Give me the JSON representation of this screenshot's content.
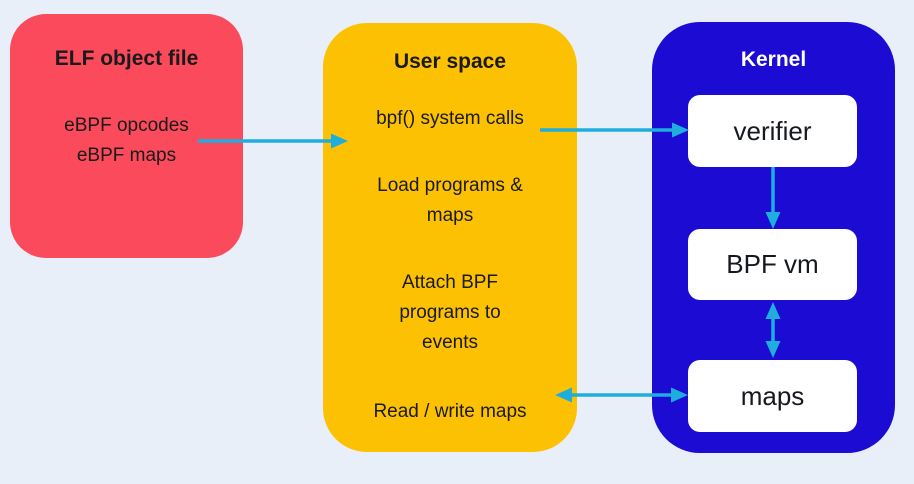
{
  "colors": {
    "background": "#e9eff8",
    "elf-box": "#fb4a5c",
    "user-box": "#fcc103",
    "kernel-box": "#1c0bd3",
    "node-box": "#ffffff",
    "arrow": "#1fadde",
    "text-dark": "#1a1a1a",
    "kernel-title": "#ffffff"
  },
  "elf_box": {
    "title": "ELF object file",
    "lines": [
      "eBPF opcodes",
      "eBPF maps"
    ]
  },
  "user_box": {
    "title": "User space",
    "items": [
      {
        "lines": [
          "bpf() system calls"
        ]
      },
      {
        "lines": [
          "Load programs &",
          "maps"
        ]
      },
      {
        "lines": [
          "Attach BPF",
          "programs to",
          "events"
        ]
      },
      {
        "lines": [
          "Read / write maps"
        ]
      }
    ]
  },
  "kernel_box": {
    "title": "Kernel",
    "nodes": [
      "verifier",
      "BPF vm",
      "maps"
    ]
  }
}
